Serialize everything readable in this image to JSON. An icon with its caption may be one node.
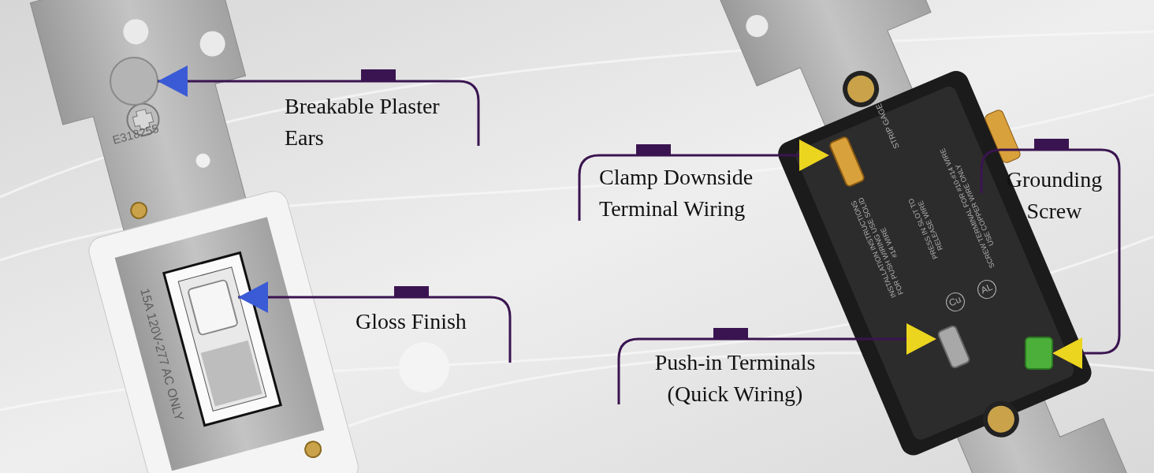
{
  "diagram": {
    "nodes": [
      {
        "text": [
          "Breakable Plaster Ears"
        ]
      },
      {
        "text": [
          "Gloss Finish"
        ]
      },
      {
        "text": [
          "Clamp Downside Terminal Wiring"
        ]
      },
      {
        "text": [
          "Push-in Terminals (Quick Wiring)"
        ]
      },
      {
        "text": [
          "Grounding Screw"
        ]
      },
      {
        "text": [],
        "shape": "circle"
      },
      {
        "text": [],
        "shape": "box"
      },
      {
        "text": [],
        "shape": "box"
      },
      {
        "text": [],
        "shape": "box"
      },
      {
        "text": [],
        "shape": "box"
      }
    ],
    "edges": [
      {
        "from": 0,
        "to": 5,
        "arrow": "to"
      },
      {
        "from": 1,
        "to": 6,
        "arrow": "to"
      },
      {
        "from": 2,
        "to": 7,
        "arrow": "to"
      },
      {
        "from": 3,
        "to": 8,
        "arrow": "to"
      },
      {
        "from": 4,
        "to": 9,
        "arrow": "to"
      }
    ],
    "labels": [
      "E318255",
      "15A 120V-277 AC ONLY",
      "STRIP GAGE",
      "INSTALLATION INSTRUCTIONS FOR PUSH WIRING USE SOLID #14 WIRE",
      "PRESS IN SLOT TO RELEASE WIRE",
      "SCREW TERMINAL FOR #10-#14 WIRE USE COPPER WIRE ONLY",
      "Cu",
      "AL"
    ]
  }
}
